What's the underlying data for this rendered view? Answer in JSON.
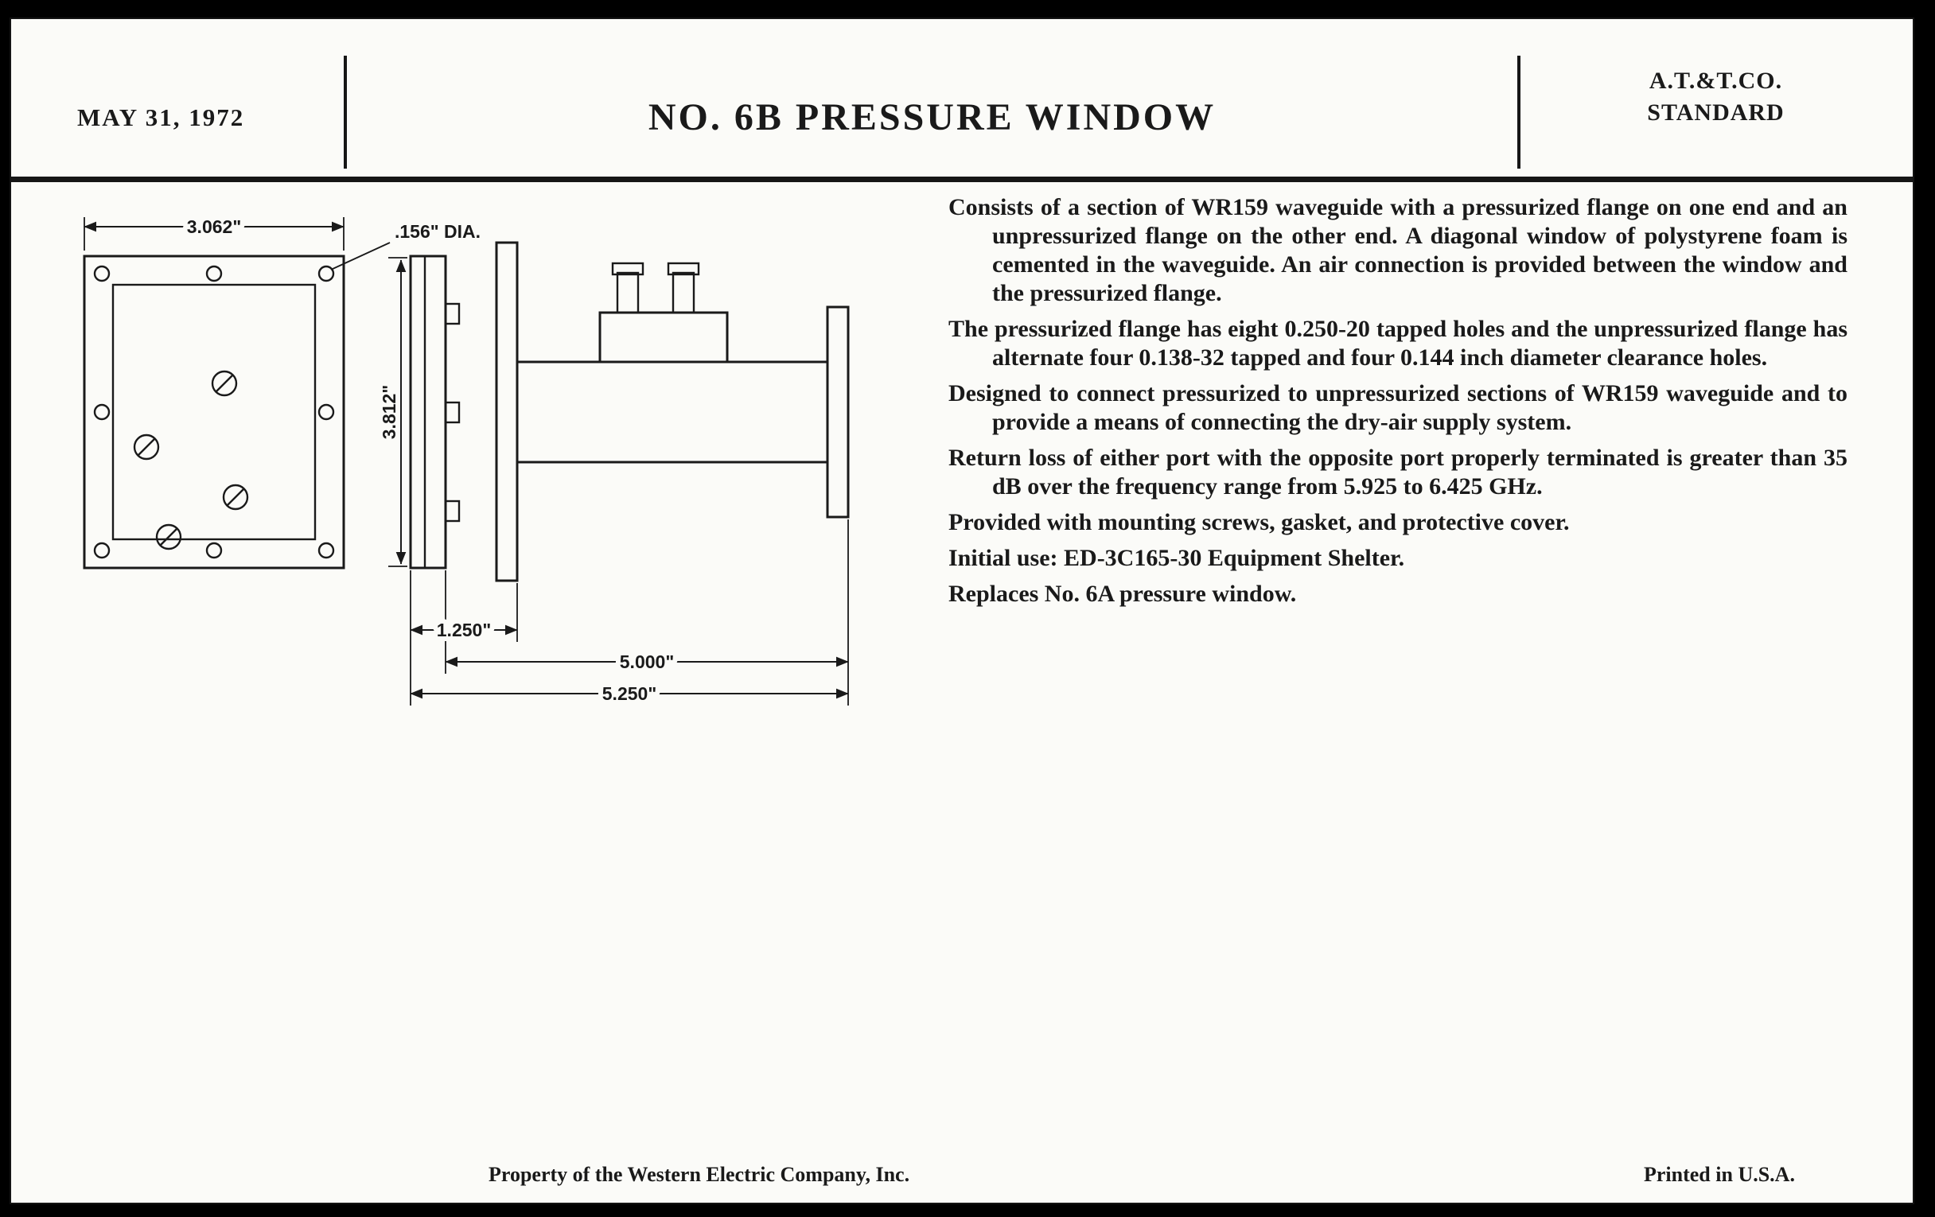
{
  "header": {
    "date": "MAY 31, 1972",
    "title": "NO. 6B PRESSURE WINDOW",
    "standard": {
      "line1": "A.T.&T.CO.",
      "line2": "STANDARD"
    }
  },
  "drawing": {
    "front_view": {
      "width_dim": "3.062\"",
      "hole_dim": ".156\" DIA."
    },
    "side_view": {
      "height_dim": "3.812\"",
      "flange_dim": "1.250\"",
      "body_dim": "5.000\"",
      "overall_dim": "5.250\""
    }
  },
  "description": {
    "paragraphs": [
      {
        "text": "Consists of a section of WR159 waveguide with a pressurized flange on one end and an unpressurized flange on the other end. A diagonal window of polystyrene foam is cemented in the waveguide. An air connection is provided between the window and the pressurized flange."
      },
      {
        "text": "The pressurized flange has eight 0.250-20 tapped holes and the unpressurized flange has alternate four 0.138-32 tapped and four 0.144 inch diameter clearance holes."
      },
      {
        "text": "Designed to connect pressurized to unpressurized sections of WR159 waveguide and to provide a means of connecting the dry-air supply system."
      },
      {
        "text": "Return loss of either port with the opposite port properly terminated is greater than 35 dB over the frequency range from 5.925 to 6.425 GHz."
      },
      {
        "text": "Provided with mounting screws, gasket, and protective cover."
      },
      {
        "text": "Initial use: ED-3C165-30 Equipment Shelter."
      },
      {
        "text": "Replaces No. 6A pressure window."
      }
    ]
  },
  "footer": {
    "property": "Property of the Western Electric Company, Inc.",
    "printed": "Printed in U.S.A."
  }
}
